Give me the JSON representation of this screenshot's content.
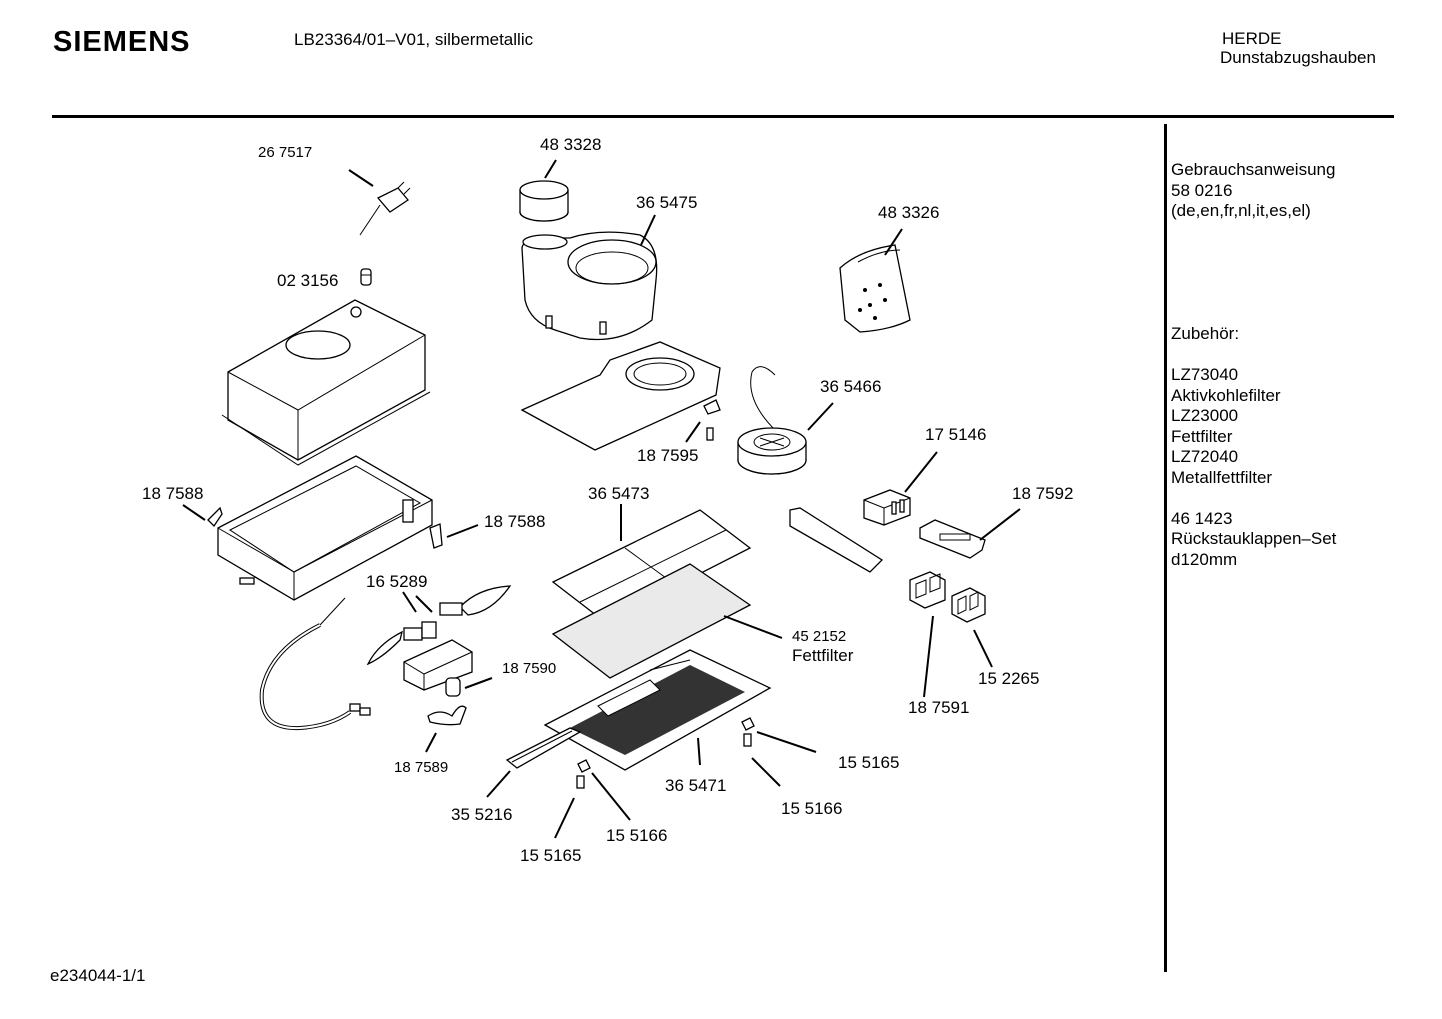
{
  "header": {
    "brand": "SIEMENS",
    "model": "LB23364/01–V01,  silbermetallic",
    "category_line1": "HERDE",
    "category_line2": "Dunstabzugshauben"
  },
  "sidebar": {
    "lines": [
      "Gebrauchsanweisung",
      "58 0216",
      "(de,en,fr,nl,it,es,el)",
      "",
      "",
      "",
      "",
      "",
      "Zubehör:",
      "",
      "LZ73040",
      "Aktivkohlefilter",
      "LZ23000",
      "Fettfilter",
      "LZ72040",
      "Metallfettfilter",
      "",
      "46 1423",
      "Rückstauklappen–Set",
      "d120mm"
    ]
  },
  "parts": {
    "p267517": "26 7517",
    "p483328": "48 3328",
    "p365475": "36 5475",
    "p483326": "48 3326",
    "p023156": "02 3156",
    "p365466": "36 5466",
    "p187595": "18 7595",
    "p175146": "17 5146",
    "p187588a": "18 7588",
    "p187588b": "18 7588",
    "p365473": "36 5473",
    "p187592": "18 7592",
    "p165289": "16 5289",
    "p452152": "45 2152",
    "p452152_desc": "Fettfilter",
    "p187590": "18 7590",
    "p152265": "15 2265",
    "p187591": "18 7591",
    "p187589": "18 7589",
    "p155165a": "15 5165",
    "p365471": "36 5471",
    "p155166a": "15 5166",
    "p355216": "35 5216",
    "p155166b": "15 5166",
    "p155165b": "15 5165"
  },
  "footer": {
    "drawing_id": "e234044-1/1"
  }
}
